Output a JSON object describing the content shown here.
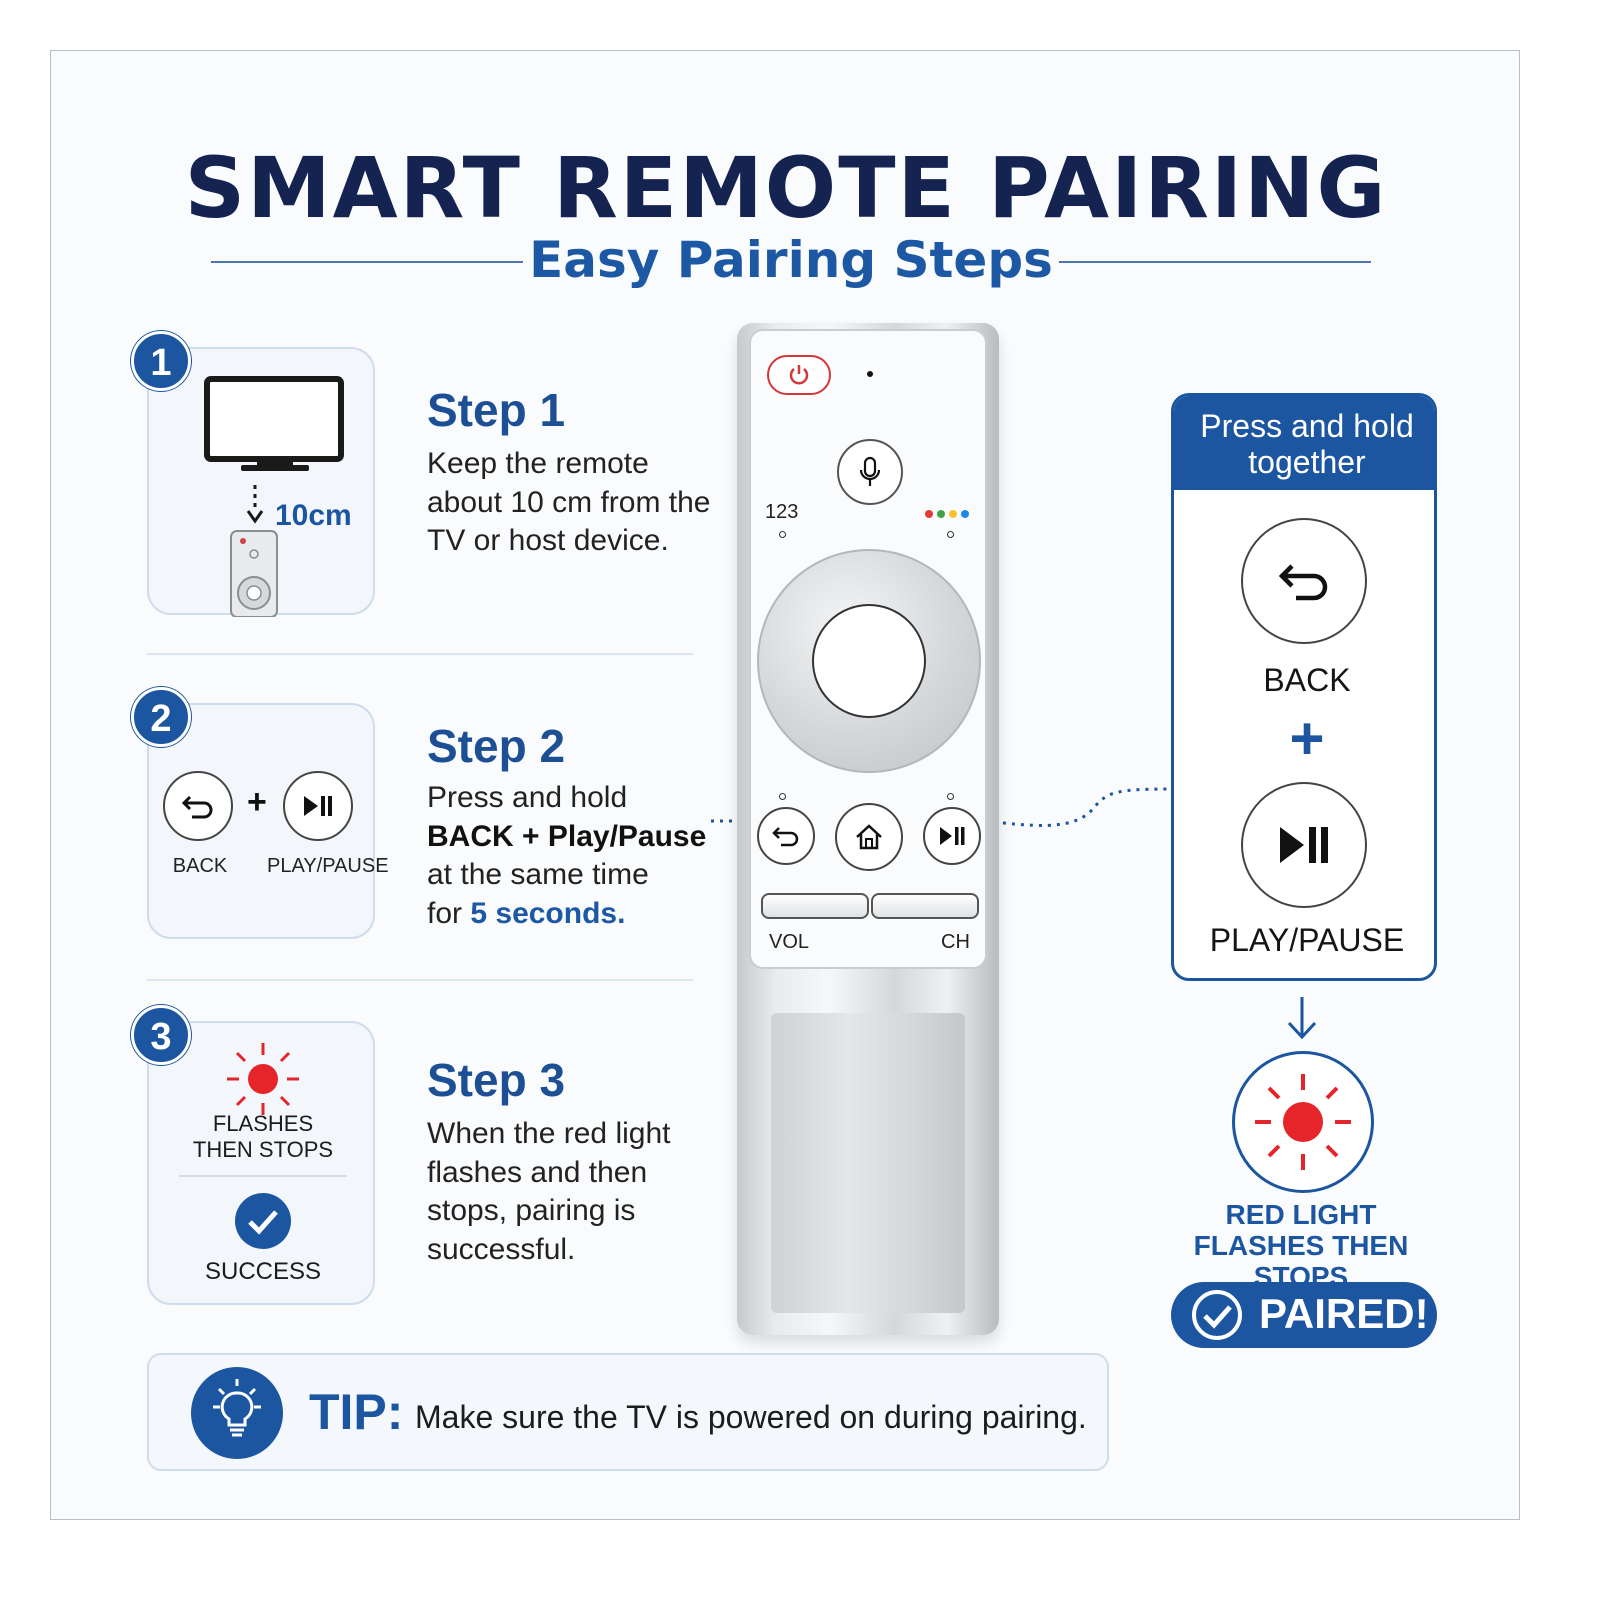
{
  "title": "SMART REMOTE PAIRING",
  "subtitle": "Easy Pairing Steps",
  "steps": [
    {
      "number": "1",
      "title": "Step 1",
      "text": "Keep the remote about 10 cm from the TV or host device.",
      "distance_label": "10cm",
      "icon": "tv-icon"
    },
    {
      "number": "2",
      "title": "Step 2",
      "text_line1": "Press and hold",
      "text_bold": "BACK + Play/Pause",
      "text_line3": "at the same time",
      "text_for": "for ",
      "text_highlight": "5 seconds.",
      "back_label": "BACK",
      "playpause_label": "PLAY/PAUSE",
      "plus": "+"
    },
    {
      "number": "3",
      "title": "Step 3",
      "text": "When the red light flashes and then stops, pairing is successful.",
      "flash_label_1": "FLASHES",
      "flash_label_2": "THEN STOPS",
      "success_label": "SUCCESS"
    }
  ],
  "remote": {
    "label_123": "123",
    "label_vol": "VOL",
    "label_ch": "CH",
    "power_color": "#d2373a",
    "assistant_dot_colors": [
      "#e53935",
      "#43a047",
      "#fbc02d",
      "#1e88e5"
    ]
  },
  "right_panel": {
    "header_line1": "Press and hold",
    "header_line2": "together",
    "back_label": "BACK",
    "plus": "+",
    "playpause_label": "PLAY/PAUSE",
    "red_light_line1": "RED LIGHT",
    "red_light_line2": "FLASHES THEN STOPS",
    "paired_label": "PAIRED!"
  },
  "tip": {
    "label": "TIP:",
    "text": "Make sure the TV is powered on during pairing."
  },
  "colors": {
    "navy": "#152350",
    "brand_blue": "#1c56a0",
    "red_light": "#e5252a"
  }
}
